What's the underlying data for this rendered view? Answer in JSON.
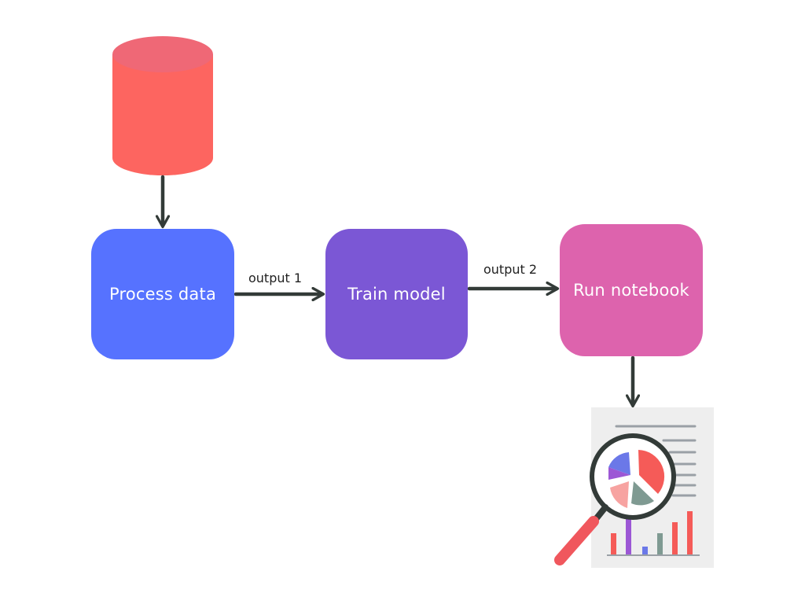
{
  "nodes": [
    {
      "id": "process",
      "label": "Process data",
      "color": "#5672ff"
    },
    {
      "id": "train",
      "label": "Train model",
      "color": "#7b57d5"
    },
    {
      "id": "run",
      "label": "Run notebook",
      "color": "#dd63ad"
    }
  ],
  "edges": [
    {
      "from": "database",
      "to": "process",
      "label": ""
    },
    {
      "from": "process",
      "to": "train",
      "label": "output 1"
    },
    {
      "from": "train",
      "to": "run",
      "label": "output 2"
    },
    {
      "from": "run",
      "to": "report",
      "label": ""
    }
  ],
  "icons": {
    "database": "database-cylinder-icon",
    "report": "report-with-magnifier-icon"
  },
  "colors": {
    "database_body": "#fd6560",
    "database_top": "#ef6876",
    "arrow": "#333b38",
    "paper": "#eeeeee",
    "magnifier_handle": "#f0575d",
    "chart_red": "#f55b58",
    "chart_blue": "#6b78e8",
    "chart_purple": "#9c57d5",
    "chart_green": "#7f9a92",
    "chart_gray": "#9aa0a6"
  }
}
